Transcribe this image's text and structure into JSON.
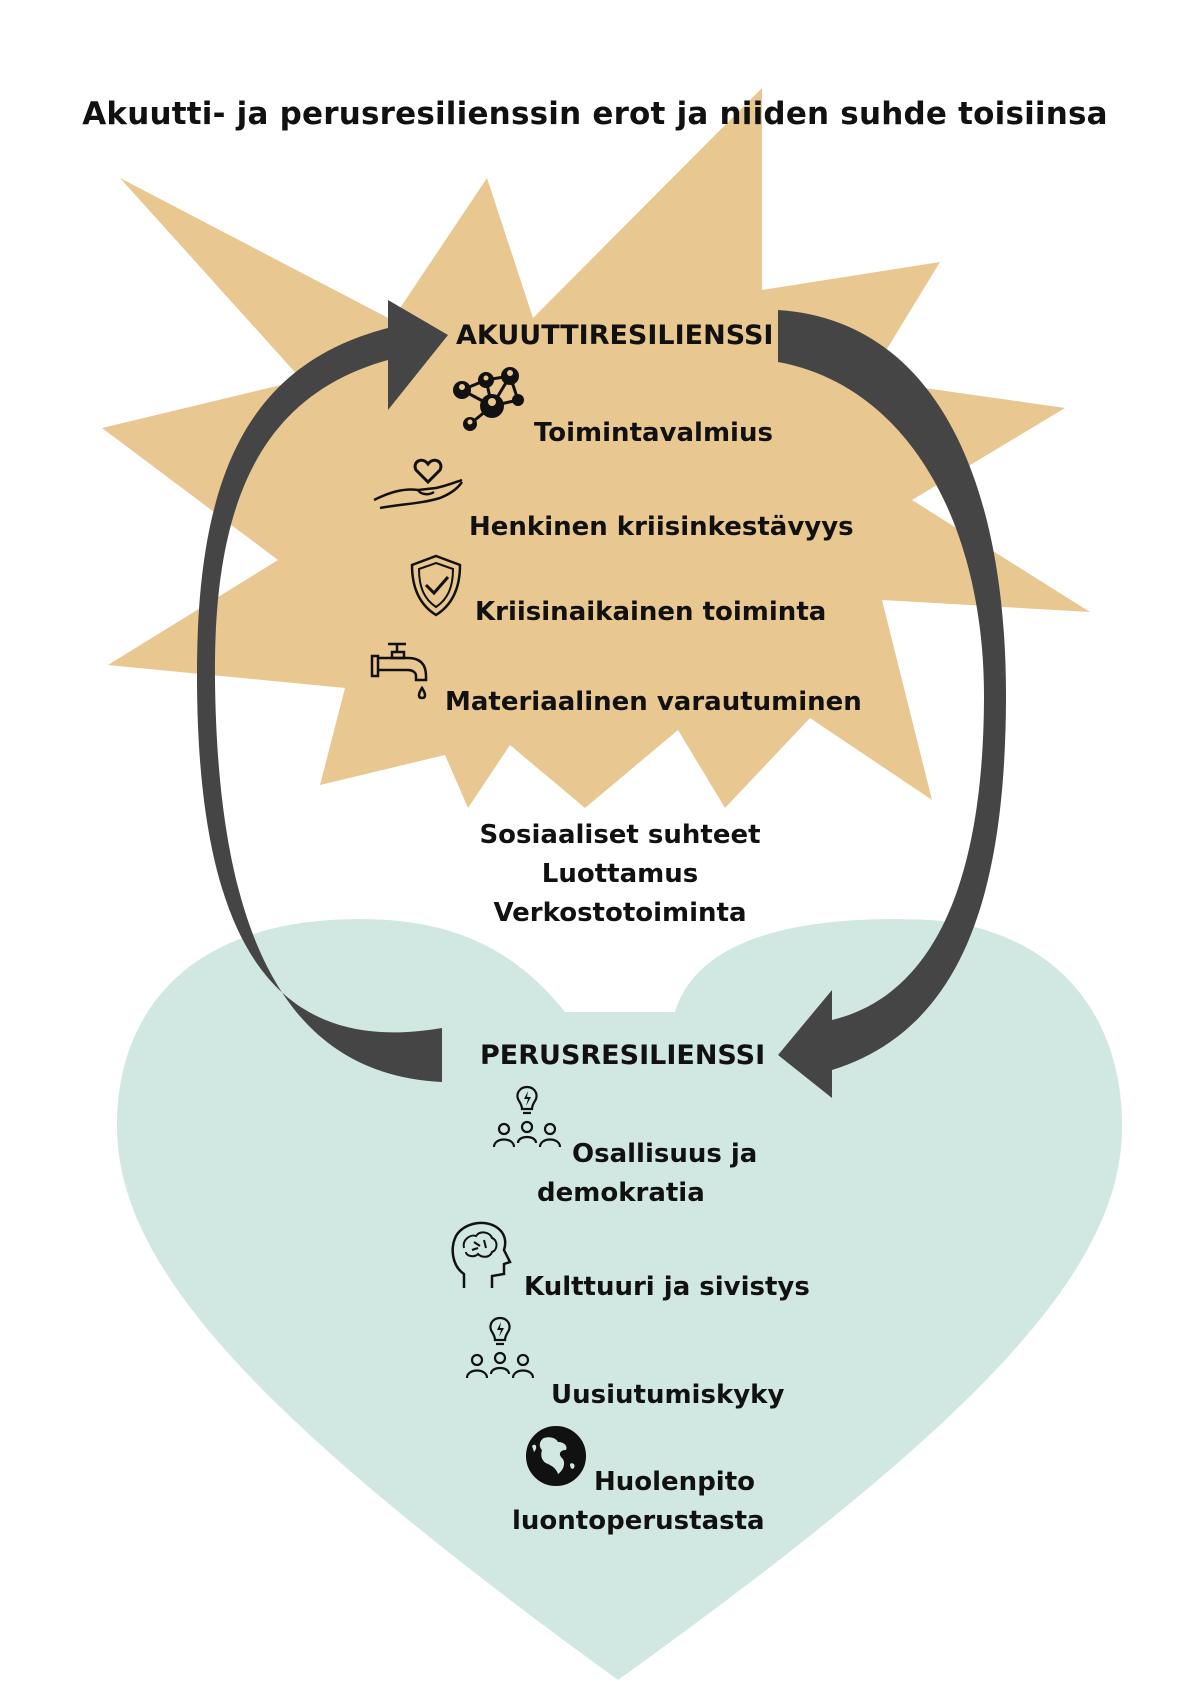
{
  "title": "Akuutti- ja perusresilienssin erot ja niiden suhde toisiinsa",
  "acute": {
    "heading": "AKUUTTIRESILIENSSI",
    "items": [
      {
        "label": "Toimintavalmius",
        "icon": "network-icon"
      },
      {
        "label": "Henkinen kriisinkestävyys",
        "icon": "heart-hand-icon"
      },
      {
        "label": "Kriisinaikainen toiminta",
        "icon": "shield-check-icon"
      },
      {
        "label": "Materiaalinen varautuminen",
        "icon": "faucet-icon"
      }
    ]
  },
  "shared": [
    "Sosiaaliset suhteet",
    "Luottamus",
    "Verkostotoiminta"
  ],
  "basic": {
    "heading": "PERUSRESILIENSSI",
    "items": [
      {
        "line1": "Osallisuus ja",
        "line2": "demokratia",
        "icon": "team-idea-icon"
      },
      {
        "label": "Kulttuuri ja sivistys",
        "icon": "head-brain-icon"
      },
      {
        "label": "Uusiutumiskyky",
        "icon": "team-idea-icon"
      },
      {
        "line1": "Huolenpito",
        "line2": "luontoperustasta",
        "icon": "globe-icon"
      }
    ]
  },
  "colors": {
    "starburst": "#e9c790",
    "heart": "#d1e8e2",
    "arrows": "#454545",
    "text": "#111111"
  }
}
